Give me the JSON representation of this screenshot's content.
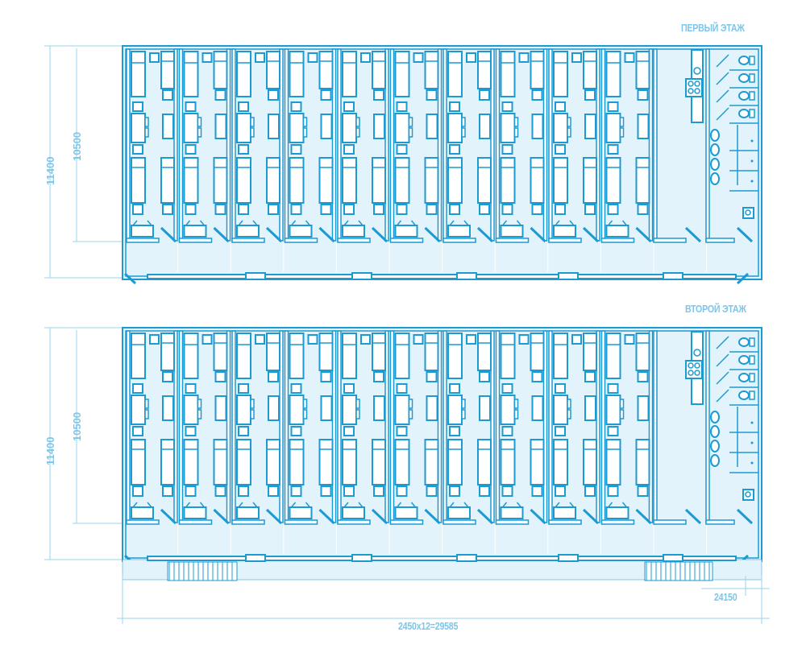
{
  "floors": [
    {
      "title": "ПЕРВЫЙ ЭТАЖ",
      "dim_outer": "11400",
      "dim_inner": "10500"
    },
    {
      "title": "ВТОРОЙ ЭТАЖ",
      "dim_outer": "11400",
      "dim_inner": "10500"
    }
  ],
  "dims": {
    "porch": "24150",
    "total_length": "2450x12=29585"
  },
  "colors": {
    "line": "#1c9ad2",
    "fill": "#e3f3fb",
    "text": "#7cc6ea"
  },
  "rooms_per_floor": 10,
  "toilets_per_floor": 4,
  "sinks_per_floor": 4,
  "showers_per_floor": 3
}
